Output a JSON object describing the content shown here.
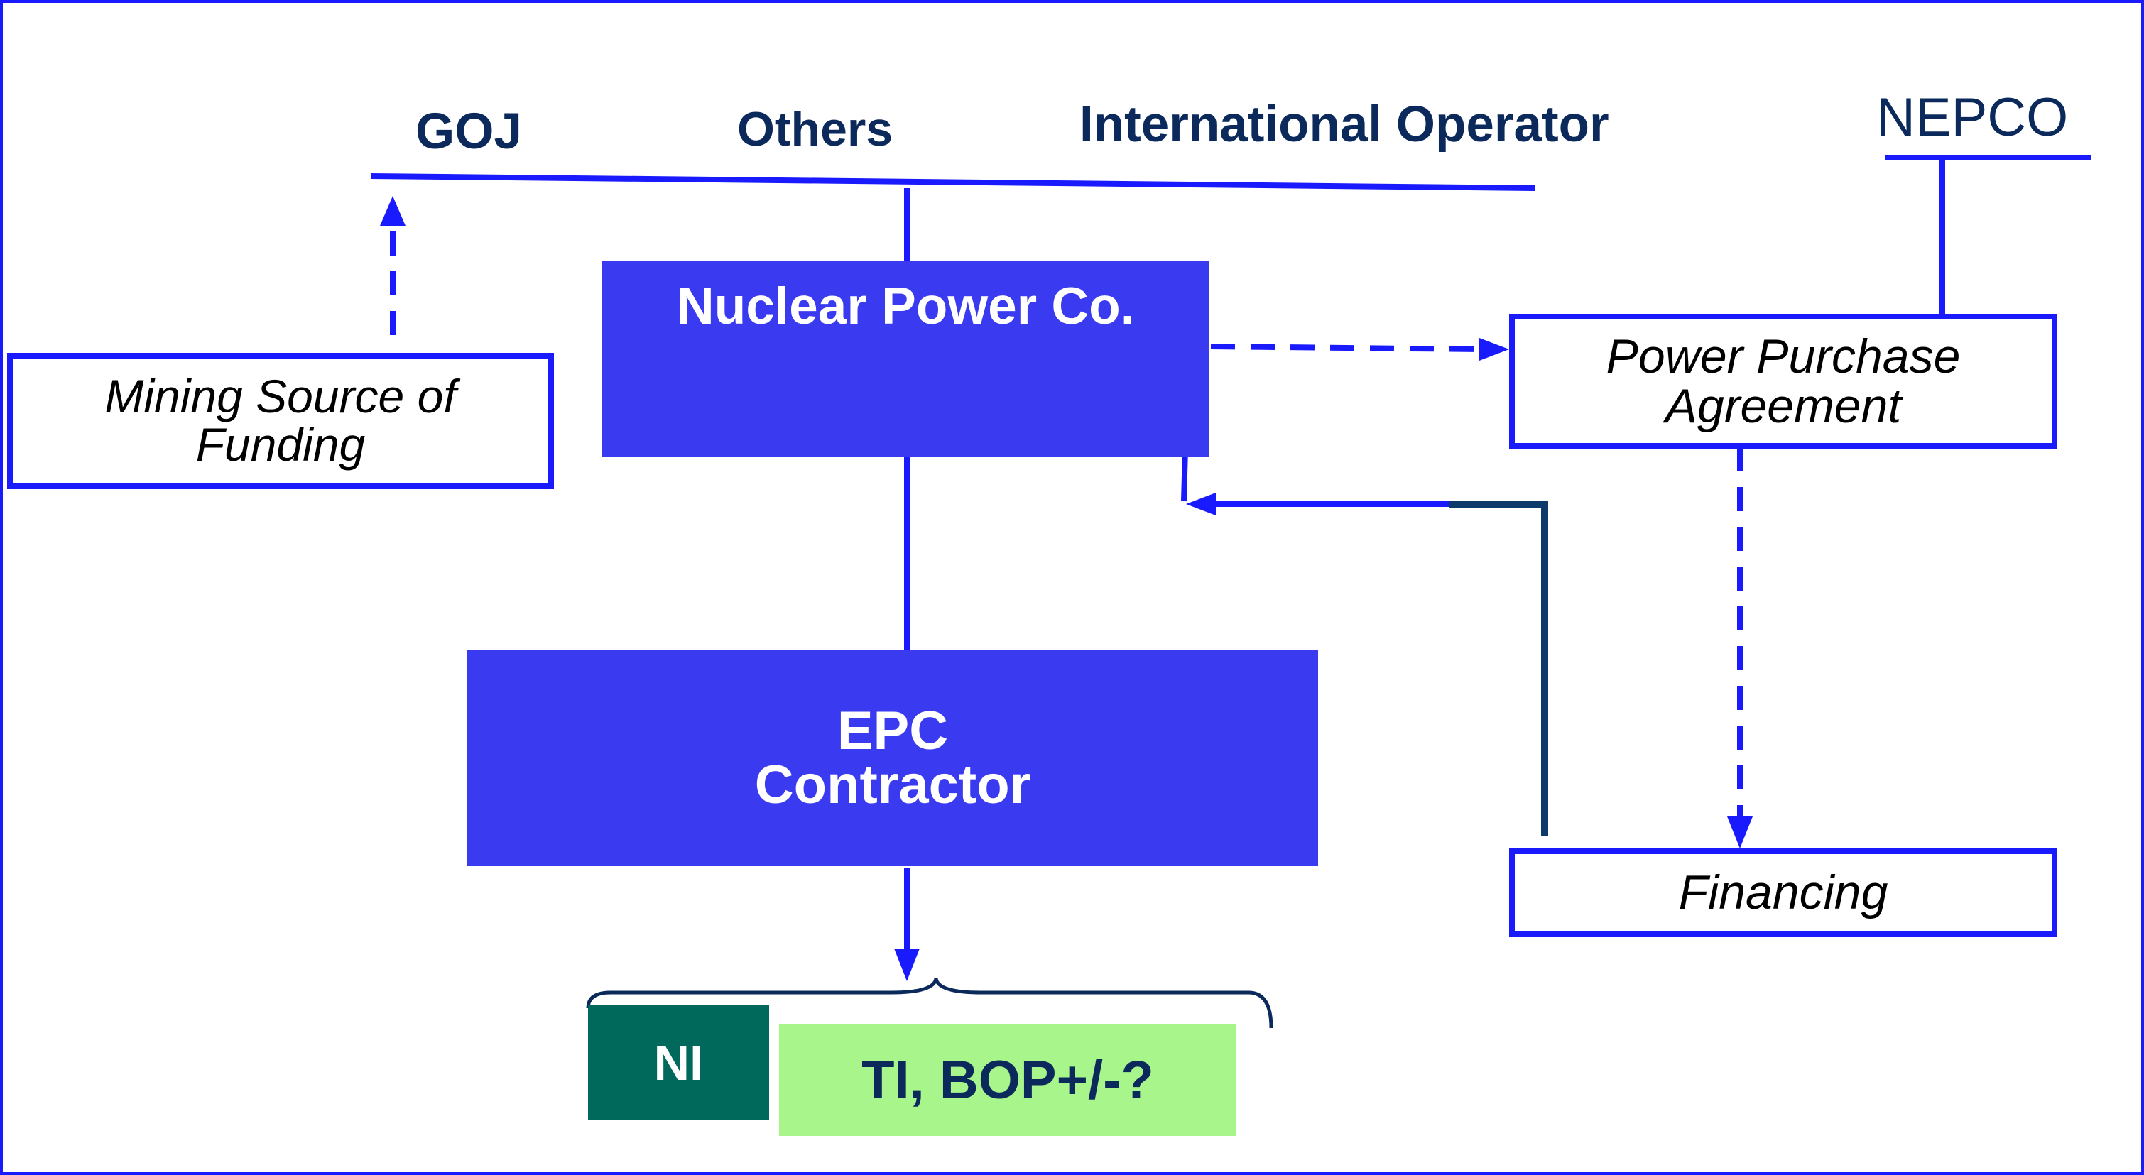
{
  "colors": {
    "frame": "#1a1aff",
    "line": "#1a1aff",
    "dark_line": "#0b3a6b",
    "box_fill": "#3a3af0",
    "header_text": "#0b2a5b",
    "ni_fill": "#00695c",
    "ti_fill": "#a8f58c"
  },
  "header": {
    "goj": "GOJ",
    "others": "Others",
    "international_operator": "International Operator",
    "nepco": "NEPCO"
  },
  "boxes": {
    "nuclear_power_co": "Nuclear Power Co.",
    "epc_contractor": "EPC\nContractor",
    "mining_source": "Mining Source of\nFunding",
    "power_purchase_agreement": "Power Purchase\nAgreement",
    "financing": "Financing",
    "ni": "NI",
    "ti_bop": "TI, BOP+/-?"
  }
}
